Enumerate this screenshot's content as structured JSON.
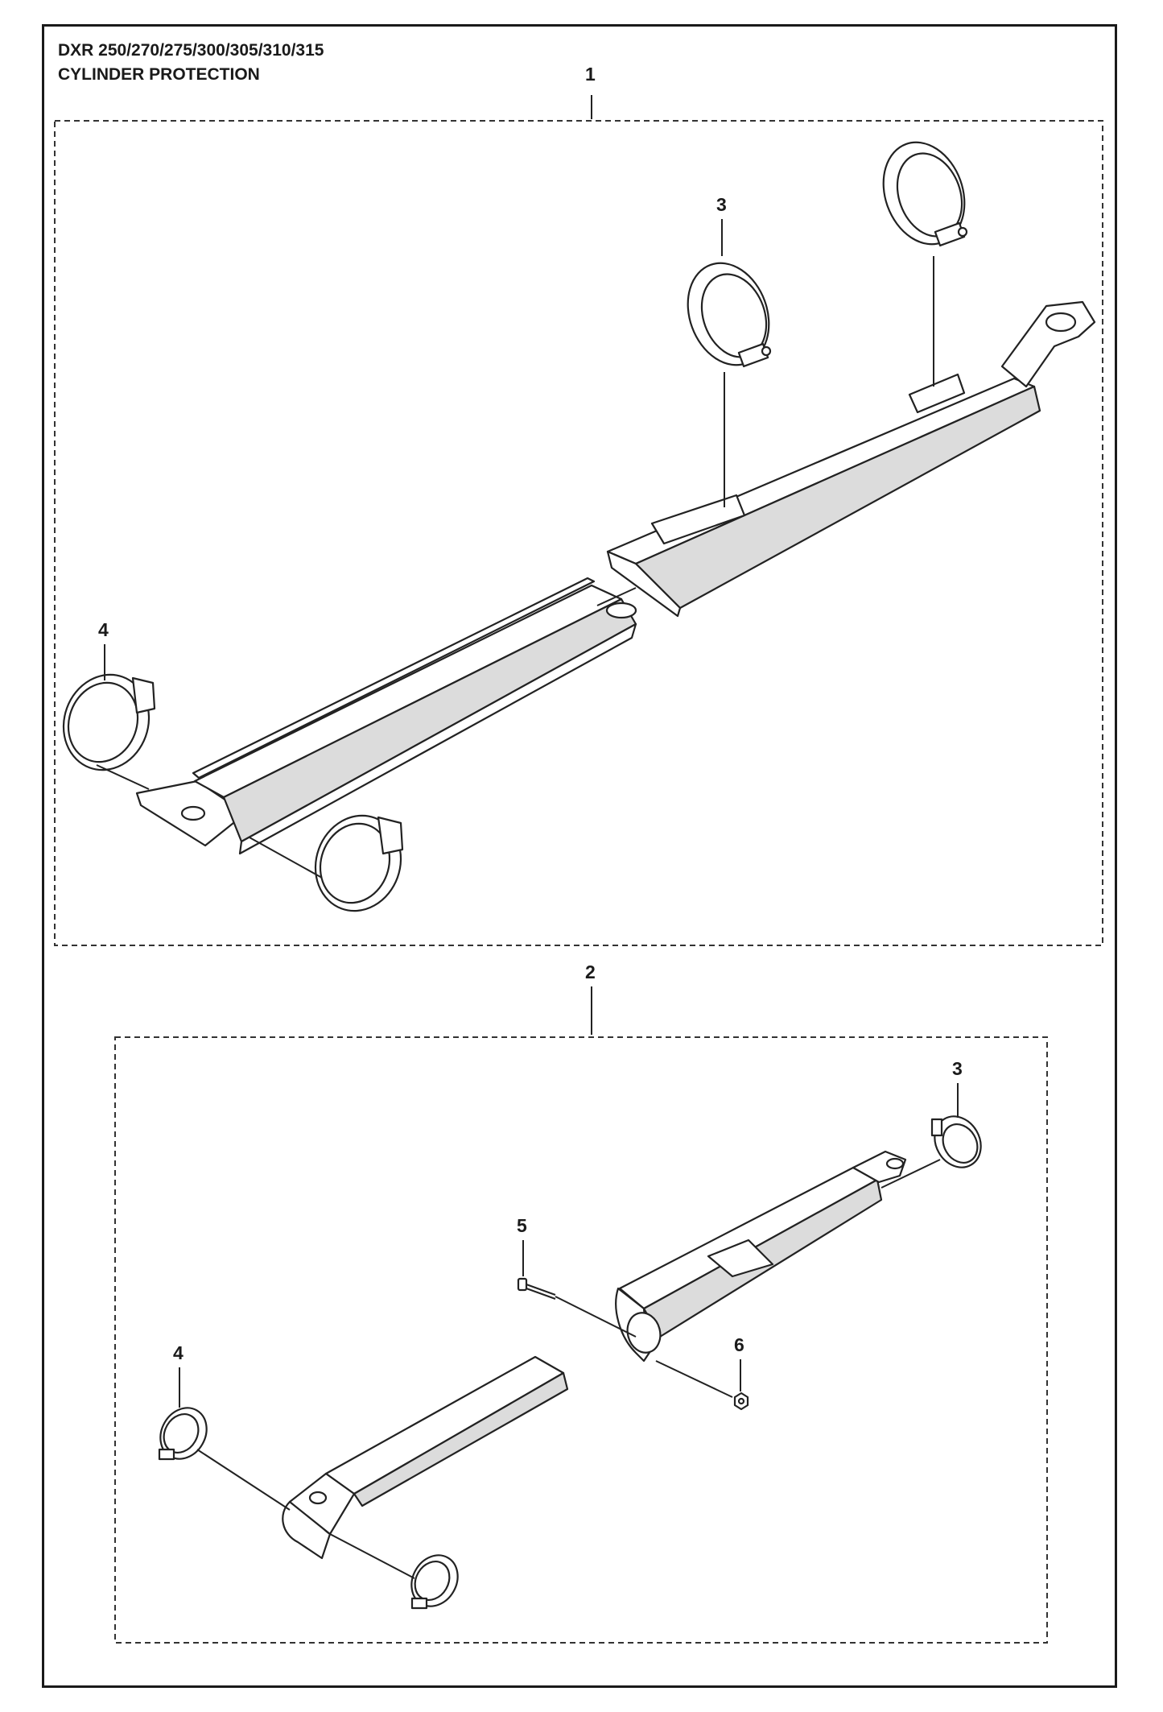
{
  "header": {
    "model_line": "DXR 250/270/275/300/305/310/315",
    "section_title": "CYLINDER PROTECTION"
  },
  "callouts": {
    "group_1": "1",
    "group_2": "2",
    "g1_clamp_3": "3",
    "g1_clamp_4": "4",
    "g2_clamp_3": "3",
    "g2_clamp_4": "4",
    "g2_screw_5": "5",
    "g2_nut_6": "6"
  }
}
